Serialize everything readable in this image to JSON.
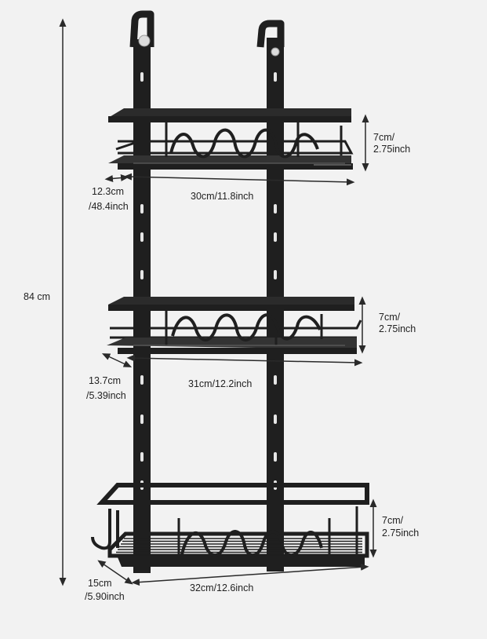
{
  "product": {
    "type": "over-the-door shower caddy, 3 tiers",
    "color": "#1f1f1f",
    "background": "#f2f2f2",
    "dimension_line_color": "#2a2a2a"
  },
  "labels": {
    "total_height": "84 cm",
    "tier1": {
      "height_line1": "7cm/",
      "height_line2": "2.75inch",
      "width": "30cm/11.8inch",
      "depth_line1": "12.3cm",
      "depth_line2": "/48.4inch"
    },
    "tier2": {
      "height_line1": "7cm/",
      "height_line2": "2.75inch",
      "width": "31cm/12.2inch",
      "depth_line1": "13.7cm",
      "depth_line2": "/5.39inch"
    },
    "tier3": {
      "height_line1": "7cm/",
      "height_line2": "2.75inch",
      "width": "32cm/12.6inch",
      "depth_line1": "15cm",
      "depth_line2": "/5.90inch"
    }
  }
}
